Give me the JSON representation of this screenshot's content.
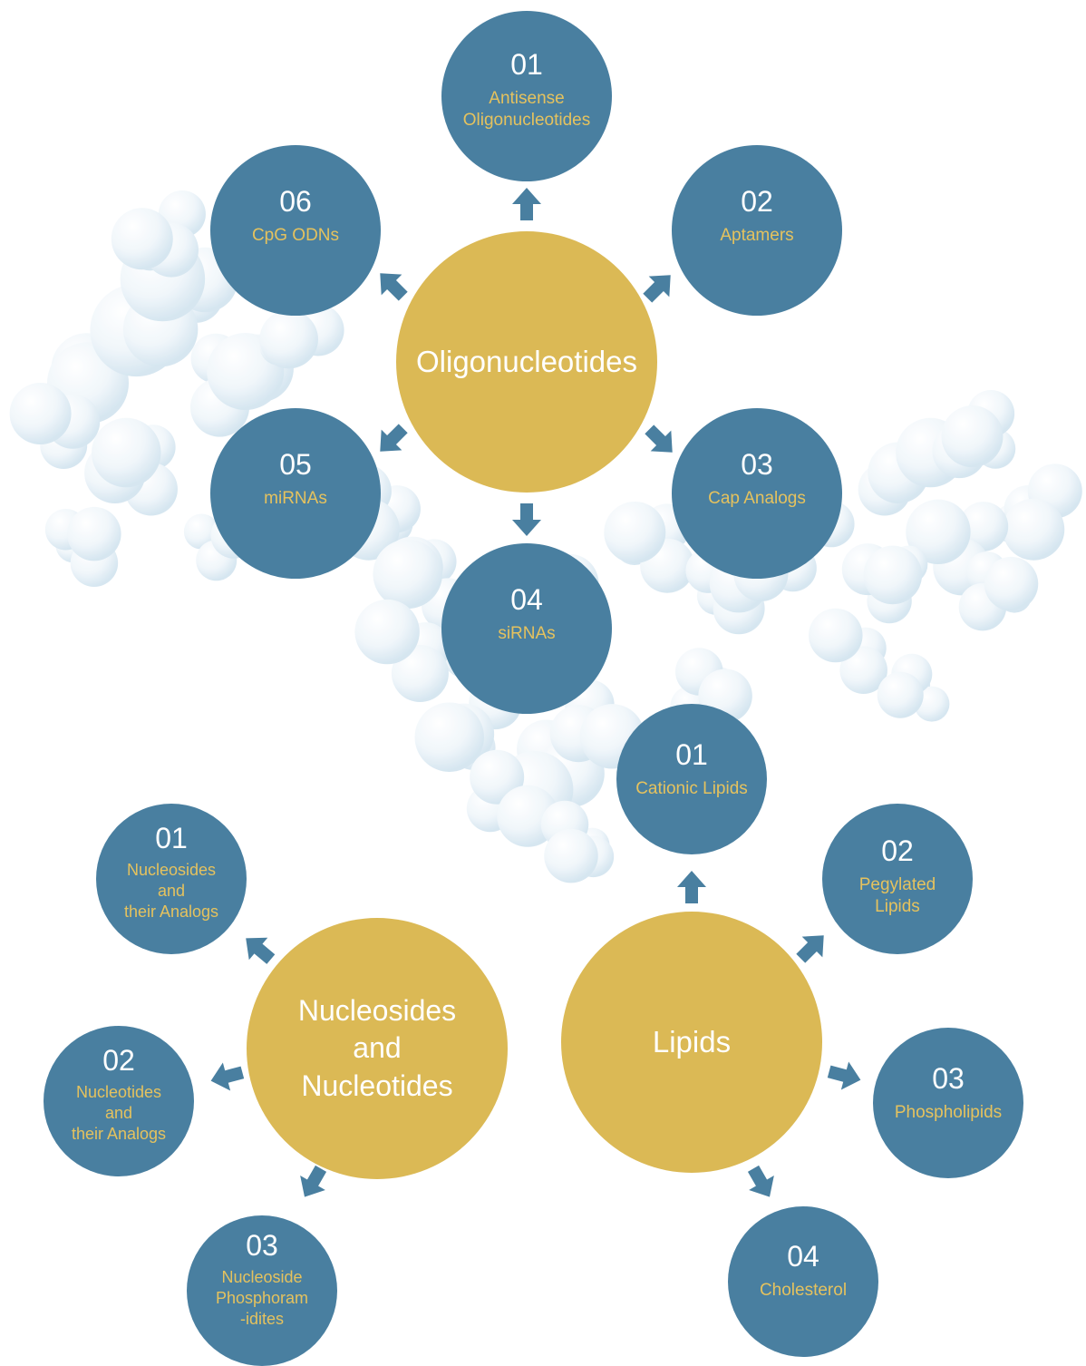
{
  "colors": {
    "hub": "#dbb955",
    "node": "#497fa0",
    "number_text": "#ffffff",
    "label_text": "#e5c25e",
    "background_molecule": "#dcebf4"
  },
  "groups": {
    "oligonucleotides": {
      "hub": "Oligonucleotides",
      "nodes": [
        {
          "num": "01",
          "label": "Antisense\nOligonucleotides"
        },
        {
          "num": "02",
          "label": "Aptamers"
        },
        {
          "num": "03",
          "label": "Cap Analogs"
        },
        {
          "num": "04",
          "label": "siRNAs"
        },
        {
          "num": "05",
          "label": "miRNAs"
        },
        {
          "num": "06",
          "label": "CpG ODNs"
        }
      ]
    },
    "nucleosides": {
      "hub": "Nucleosides\nand\nNucleotides",
      "nodes": [
        {
          "num": "01",
          "label": "Nucleosides\nand\ntheir Analogs"
        },
        {
          "num": "02",
          "label": "Nucleotides\nand\ntheir Analogs"
        },
        {
          "num": "03",
          "label": "Nucleoside\nPhosphoram\n-idites"
        }
      ]
    },
    "lipids": {
      "hub": "Lipids",
      "nodes": [
        {
          "num": "01",
          "label": "Cationic Lipids"
        },
        {
          "num": "02",
          "label": "Pegylated\nLipids"
        },
        {
          "num": "03",
          "label": "Phospholipids"
        },
        {
          "num": "04",
          "label": "Cholesterol"
        }
      ]
    }
  }
}
